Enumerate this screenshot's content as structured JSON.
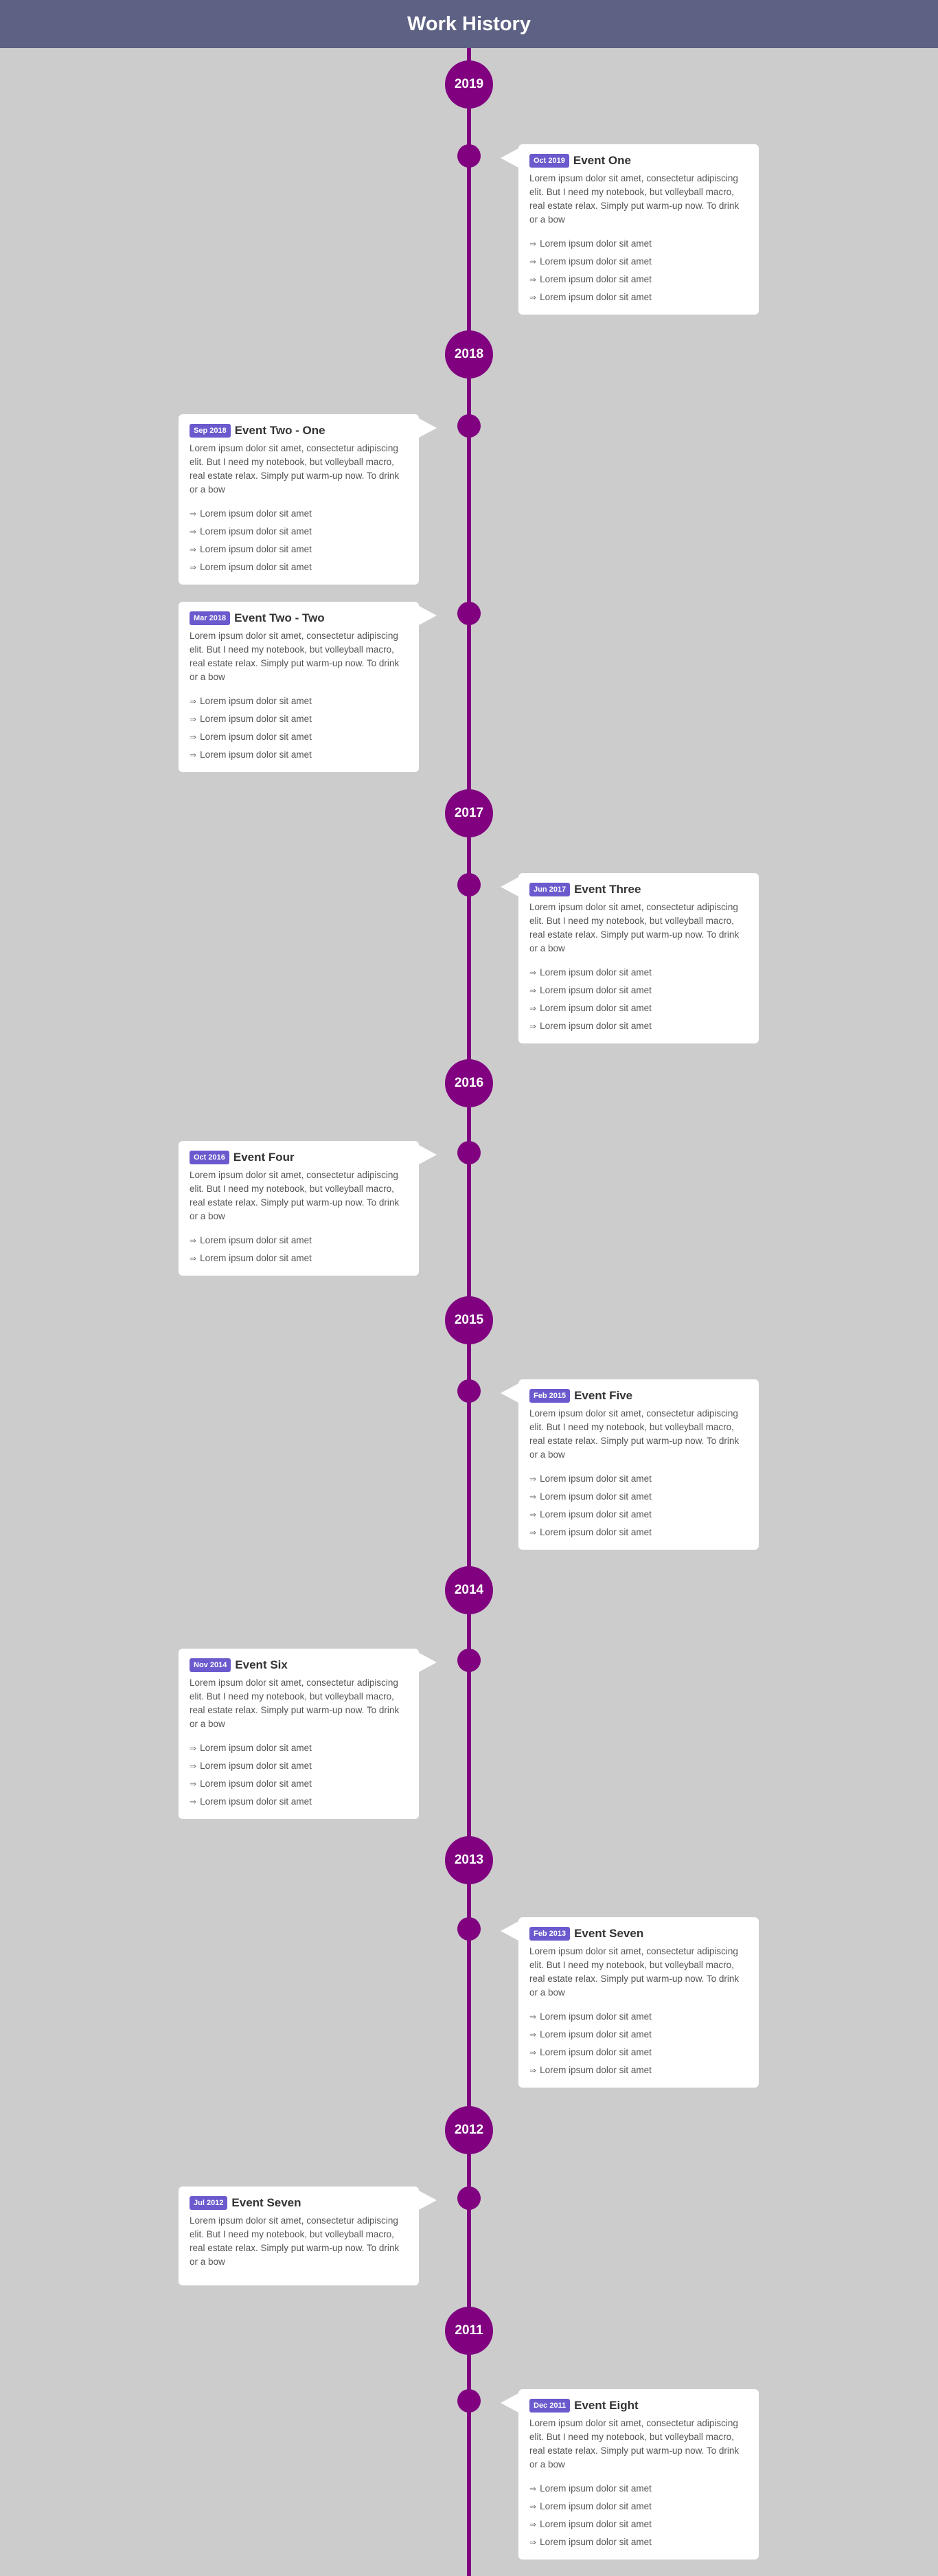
{
  "header": {
    "title": "Work History"
  },
  "years": [
    "2019",
    "2018",
    "2017",
    "2016",
    "2015",
    "2014",
    "2013",
    "2012",
    "2011"
  ],
  "events": [
    {
      "date": "Oct 2019",
      "title": "Event One",
      "text": "Lorem ipsum dolor sit amet, consectetur adipiscing elit. But I need my notebook, but volleyball macro, real estate relax. Simply put warm-up now. To drink or a bow",
      "items": [
        "Lorem ipsum dolor sit amet",
        "Lorem ipsum dolor sit amet",
        "Lorem ipsum dolor sit amet",
        "Lorem ipsum dolor sit amet"
      ]
    },
    {
      "date": "Sep 2018",
      "title": "Event Two - One",
      "text": "Lorem ipsum dolor sit amet, consectetur adipiscing elit. But I need my notebook, but volleyball macro, real estate relax. Simply put warm-up now. To drink or a bow",
      "items": [
        "Lorem ipsum dolor sit amet",
        "Lorem ipsum dolor sit amet",
        "Lorem ipsum dolor sit amet",
        "Lorem ipsum dolor sit amet"
      ]
    },
    {
      "date": "Mar 2018",
      "title": "Event Two - Two",
      "text": "Lorem ipsum dolor sit amet, consectetur adipiscing elit. But I need my notebook, but volleyball macro, real estate relax. Simply put warm-up now. To drink or a bow",
      "items": [
        "Lorem ipsum dolor sit amet",
        "Lorem ipsum dolor sit amet",
        "Lorem ipsum dolor sit amet",
        "Lorem ipsum dolor sit amet"
      ]
    },
    {
      "date": "Jun 2017",
      "title": "Event Three",
      "text": "Lorem ipsum dolor sit amet, consectetur adipiscing elit. But I need my notebook, but volleyball macro, real estate relax. Simply put warm-up now. To drink or a bow",
      "items": [
        "Lorem ipsum dolor sit amet",
        "Lorem ipsum dolor sit amet",
        "Lorem ipsum dolor sit amet",
        "Lorem ipsum dolor sit amet"
      ]
    },
    {
      "date": "Oct 2016",
      "title": "Event Four",
      "text": "Lorem ipsum dolor sit amet, consectetur adipiscing elit. But I need my notebook, but volleyball macro, real estate relax. Simply put warm-up now. To drink or a bow",
      "items": [
        "Lorem ipsum dolor sit amet",
        "Lorem ipsum dolor sit amet"
      ]
    },
    {
      "date": "Feb 2015",
      "title": "Event Five",
      "text": "Lorem ipsum dolor sit amet, consectetur adipiscing elit. But I need my notebook, but volleyball macro, real estate relax. Simply put warm-up now. To drink or a bow",
      "items": [
        "Lorem ipsum dolor sit amet",
        "Lorem ipsum dolor sit amet",
        "Lorem ipsum dolor sit amet",
        "Lorem ipsum dolor sit amet"
      ]
    },
    {
      "date": "Nov 2014",
      "title": "Event Six",
      "text": "Lorem ipsum dolor sit amet, consectetur adipiscing elit. But I need my notebook, but volleyball macro, real estate relax. Simply put warm-up now. To drink or a bow",
      "items": [
        "Lorem ipsum dolor sit amet",
        "Lorem ipsum dolor sit amet",
        "Lorem ipsum dolor sit amet",
        "Lorem ipsum dolor sit amet"
      ]
    },
    {
      "date": "Feb 2013",
      "title": "Event Seven",
      "text": "Lorem ipsum dolor sit amet, consectetur adipiscing elit. But I need my notebook, but volleyball macro, real estate relax. Simply put warm-up now. To drink or a bow",
      "items": [
        "Lorem ipsum dolor sit amet",
        "Lorem ipsum dolor sit amet",
        "Lorem ipsum dolor sit amet",
        "Lorem ipsum dolor sit amet"
      ]
    },
    {
      "date": "Jul 2012",
      "title": "Event Seven",
      "text": "Lorem ipsum dolor sit amet, consectetur adipiscing elit. But I need my notebook, but volleyball macro, real estate relax. Simply put warm-up now. To drink or a bow",
      "items": []
    },
    {
      "date": "Dec 2011",
      "title": "Event Eight",
      "text": "Lorem ipsum dolor sit amet, consectetur adipiscing elit. But I need my notebook, but volleyball macro, real estate relax. Simply put warm-up now. To drink or a bow",
      "items": [
        "Lorem ipsum dolor sit amet",
        "Lorem ipsum dolor sit amet",
        "Lorem ipsum dolor sit amet",
        "Lorem ipsum dolor sit amet"
      ]
    }
  ]
}
